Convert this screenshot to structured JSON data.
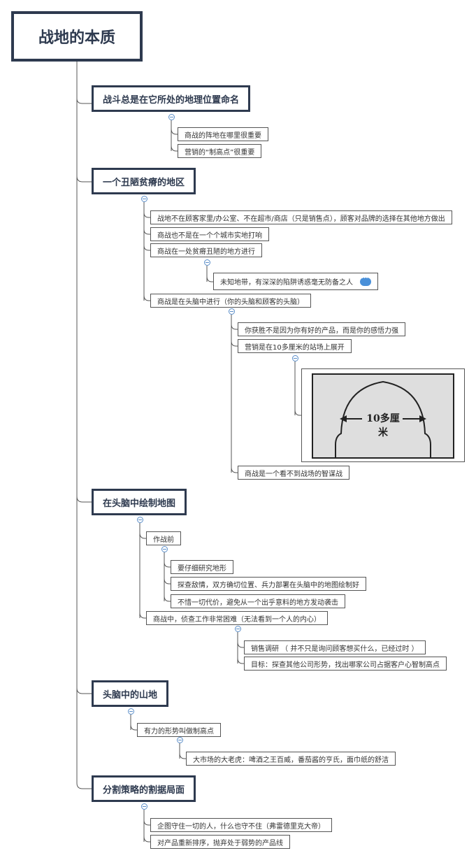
{
  "root": {
    "title": "战地的本质"
  },
  "sections": [
    {
      "title": "战斗总是在它所处的地理位置命名",
      "items": [
        "商战的阵地在哪里很重要",
        "营销的“制高点”很重要"
      ]
    },
    {
      "title": "一个丑陋贫瘠的地区",
      "items": [
        "战地不在顾客家里/办公室、不在超市/商店（只是销售点），顾客对品牌的选择在其他地方做出",
        "商战也不是在一个个城市实地打响",
        "商战在一处贫瘠丑陋的地方进行",
        "商战是在头脑中进行（你的头脑和顾客的头脑）"
      ],
      "subitems": {
        "barren": [
          "未知地带，有深深的陷阱诱惑毫无防备之人"
        ],
        "mind": [
          "你获胜不是因为你有好的产品，而是你的感悟力强",
          "营销是在10多厘米的站场上展开",
          "商战是一个看不到战场的智谋战"
        ]
      },
      "image_label": "10多厘米"
    },
    {
      "title": "在头脑中绘制地图",
      "items": [
        "作战前",
        "商战中，侦查工作非常困难（无法看到一个人的内心）"
      ],
      "subitems": {
        "before": [
          "要仔细研究地形",
          "探查敌情，双方确切位置、兵力部署在头脑中的地图绘制好",
          "不惜一切代价，避免从一个出乎意料的地方发动袭击"
        ],
        "during": [
          "销售调研 （ 并不只是询问顾客想买什么，已经过时 ）",
          "目标：探查其他公司形势，找出哪家公司占据客户心智制高点"
        ]
      }
    },
    {
      "title": "头脑中的山地",
      "items": [
        "有力的形势叫做制高点"
      ],
      "subitems": {
        "high": [
          "大市场的大老虎：啤酒之王百威，番茄酱的亨氏，面巾纸的舒洁"
        ]
      }
    },
    {
      "title": "分割策略的割据局面",
      "items": [
        "企图守住一切的人，什么也守不住（弗雷德里克大帝）",
        "对产品重新排序，抛弃处于弱势的产品线"
      ]
    }
  ],
  "colors": {
    "main_border": "#2e3a4f",
    "collapse": "#5b8ec9",
    "comment": "#4a90d9"
  }
}
